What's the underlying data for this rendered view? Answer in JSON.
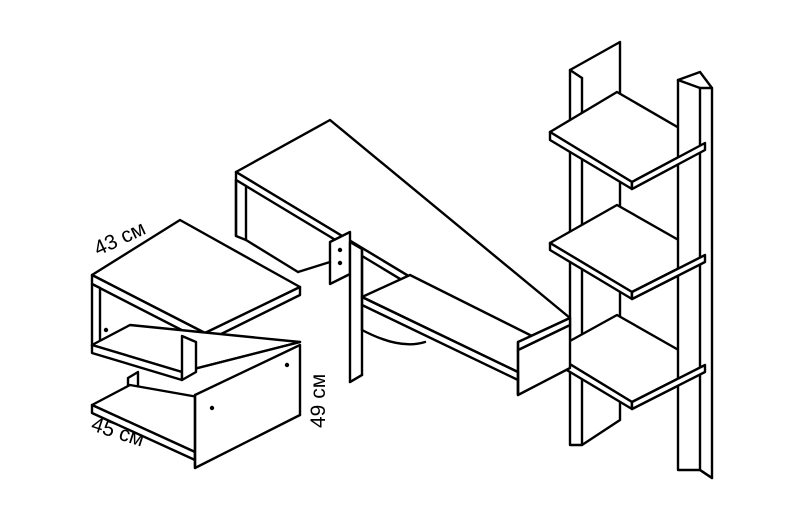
{
  "dimensions": {
    "width_label": "43 см",
    "depth_label": "45 см",
    "height_label": "49 см"
  },
  "colors": {
    "line": "#000000",
    "background": "#ffffff"
  }
}
